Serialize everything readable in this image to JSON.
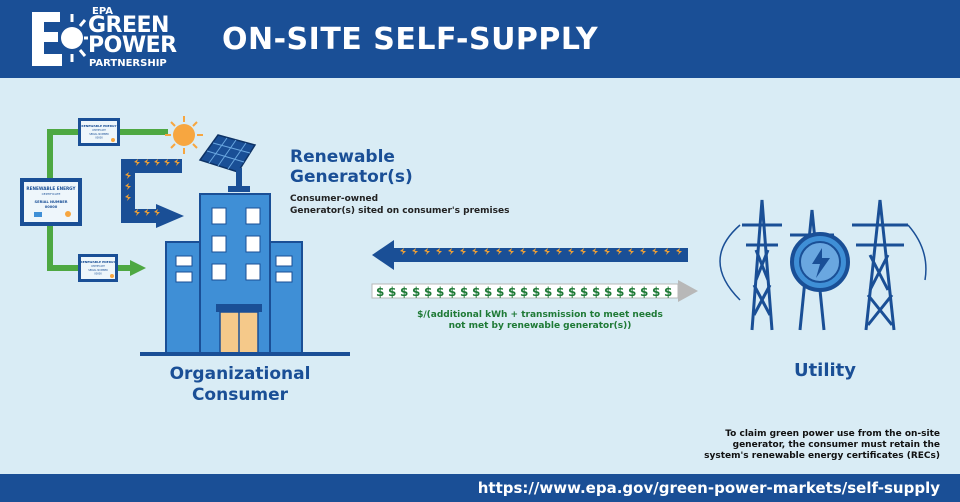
{
  "header": {
    "logo": {
      "epa": "EPA",
      "line1": "GREEN",
      "line2": "POWER",
      "line3": "PARTNERSHIP"
    },
    "title": "ON-SITE SELF-SUPPLY"
  },
  "generator": {
    "title_line1": "Renewable",
    "title_line2": "Generator(s)",
    "desc_line1": "Consumer-owned",
    "desc_line2": "Generator(s) sited on consumer's premises"
  },
  "consumer": {
    "line1": "Organizational",
    "line2": "Consumer"
  },
  "utility": {
    "label": "Utility"
  },
  "payment": {
    "dollar_symbol": "$",
    "line1": "$/(additional kWh + transmission to meet needs",
    "line2": "not met by renewable generator(s))"
  },
  "certificates": {
    "large": {
      "title": "RENEWABLE ENERGY",
      "subtitle": "CERTIFICATE",
      "serial": "SERIAL NUMBER",
      "number": "00000"
    },
    "small_top": {
      "title": "RENEWABLE ENERGY",
      "subtitle": "CERTIFICATE",
      "serial": "SERIAL NUMBER",
      "number": "00000"
    },
    "small_bottom": {
      "title": "RENEWABLE ENERGY",
      "subtitle": "CERTIFICATE",
      "serial": "SERIAL NUMBER",
      "number": "00000"
    }
  },
  "note": {
    "line1": "To claim green power use from the on-site",
    "line2": "generator, the consumer must retain the",
    "line3": "system's renewable energy certificates (RECs)"
  },
  "footer": {
    "url": "https://www.epa.gov/green-power-markets/self-supply"
  },
  "colors": {
    "header_blue": "#1a4f96",
    "background": "#d9ecf5",
    "building_blue": "#3f8fd6",
    "lightning_orange": "#f2a134",
    "money_green": "#1f7a36",
    "cert_green": "#4ea842",
    "sun_orange": "#f7a640"
  }
}
